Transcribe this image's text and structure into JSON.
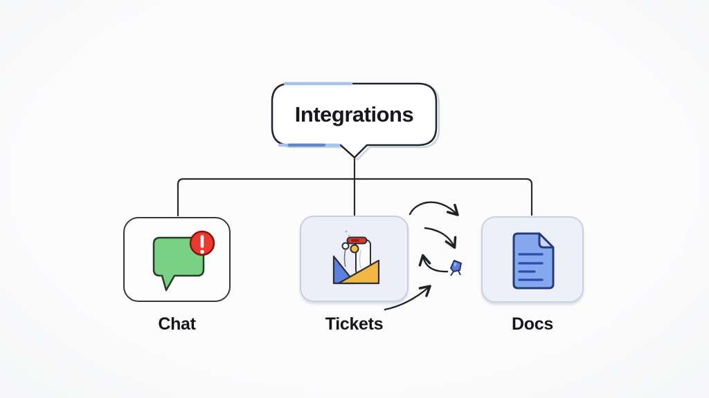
{
  "diagram": {
    "root": {
      "id": "integrations",
      "label": "Integrations"
    },
    "nodes": [
      {
        "id": "chat",
        "label": "Chat",
        "icon": "chat-bubble-alert-icon",
        "card_style": "white-outlined"
      },
      {
        "id": "tickets",
        "label": "Tickets",
        "icon": "ticket-boat-icon",
        "card_style": "lavender-filled"
      },
      {
        "id": "docs",
        "label": "Docs",
        "icon": "document-icon",
        "card_style": "lavender-filled"
      }
    ],
    "edges": [
      {
        "from": "integrations",
        "to": "chat",
        "type": "elbow-connector"
      },
      {
        "from": "integrations",
        "to": "tickets",
        "type": "straight-connector"
      },
      {
        "from": "integrations",
        "to": "docs",
        "type": "elbow-connector"
      },
      {
        "from": "tickets",
        "to": "docs",
        "type": "hand-drawn-sync-arrows",
        "arrow_count": 4
      }
    ],
    "colors": {
      "background": "#fafafa",
      "connector_line": "#26292e",
      "root_border": "#1d2230",
      "root_accent_blue_light": "#a5c3ee",
      "root_accent_blue_dark": "#6287c9",
      "chat_bubble_green": "#7ad084",
      "alert_red": "#e8392e",
      "ticket_blue": "#5b80e2",
      "ticket_yellow": "#f0b843",
      "ticket_cap_red": "#d83a31",
      "doc_blue": "#86a8ef",
      "doc_fold_blue": "#c9d6f7",
      "doc_line_blue": "#2b4cad",
      "card_lavender": "#edf0f8",
      "pin_blue": "#5a7ede"
    }
  }
}
